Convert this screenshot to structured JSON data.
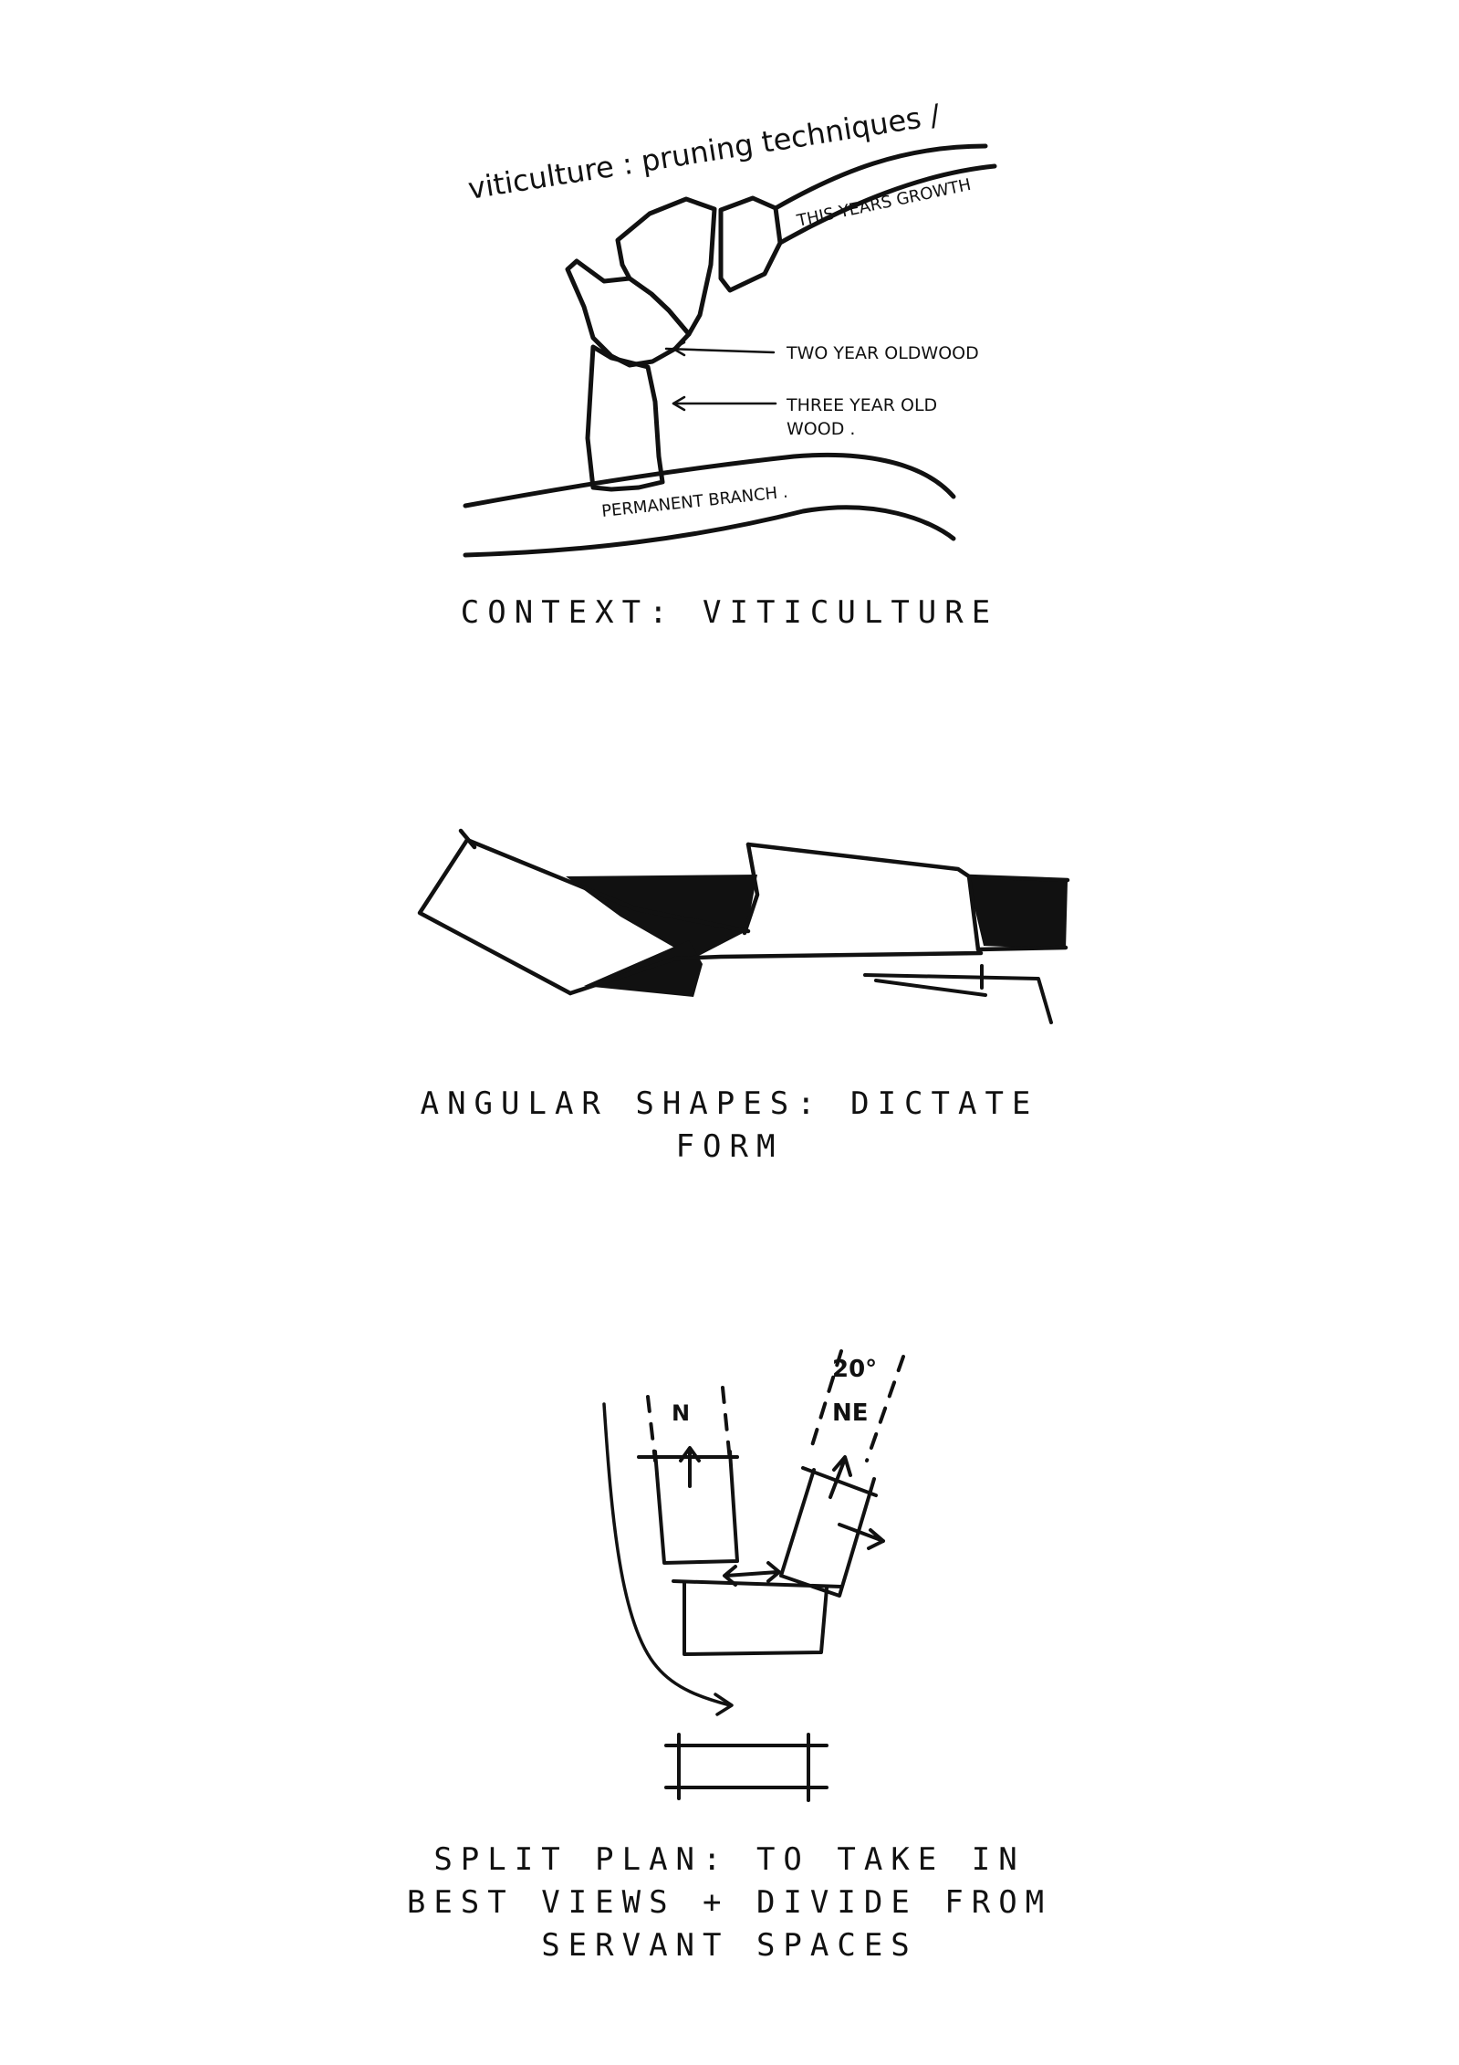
{
  "sketch1": {
    "heading": "viticulture : pruning techniques /",
    "label_this_years_growth": "THIS YEARS GROWTH",
    "label_two_year": "TWO YEAR OLDWOOD",
    "label_three_year_1": "THREE YEAR OLD",
    "label_three_year_2": "WOOD .",
    "label_permanent_branch": "PERMANENT BRANCH ."
  },
  "caption1": "CONTEXT: VITICULTURE",
  "caption2": {
    "line1": "ANGULAR SHAPES: DICTATE",
    "line2": "FORM"
  },
  "sketch3": {
    "north_label": "N",
    "angle_label": "20°",
    "ne_label": "NE"
  },
  "caption3": {
    "line1": "SPLIT PLAN: TO TAKE IN",
    "line2": "BEST VIEWS + DIVIDE FROM",
    "line3": "SERVANT SPACES"
  }
}
